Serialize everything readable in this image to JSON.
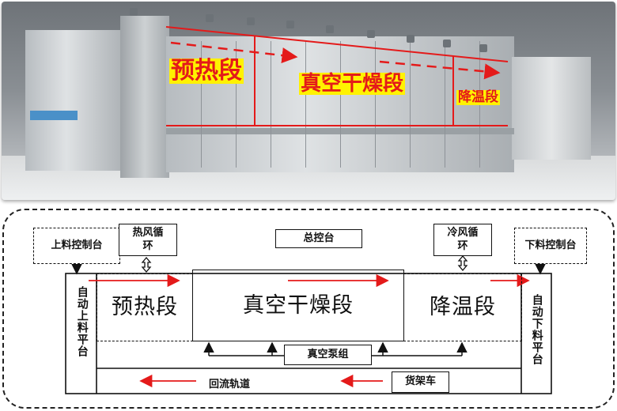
{
  "photo": {
    "labels": {
      "preheat": "预热段",
      "vacuum_dry": "真空干燥段",
      "cooling": "降温段"
    }
  },
  "schematic": {
    "loading_console": "上料控制台",
    "hot_air_cycle": "热风循环",
    "main_console": "总控台",
    "cold_air_cycle": "冷风循环",
    "unloading_console": "下料控制台",
    "auto_loading_platform": "自动上料平台",
    "auto_unloading_platform": "自动下料平台",
    "preheat_section": "预热段",
    "vacuum_dry_section": "真空干燥段",
    "cooling_section": "降温段",
    "vacuum_pump": "真空泵组",
    "return_rail": "回流轨道",
    "rack_cart": "货架车"
  },
  "colors": {
    "annotation_red": "#e41a1a",
    "label_yellow": "#fff200",
    "line_dark": "#111111"
  }
}
